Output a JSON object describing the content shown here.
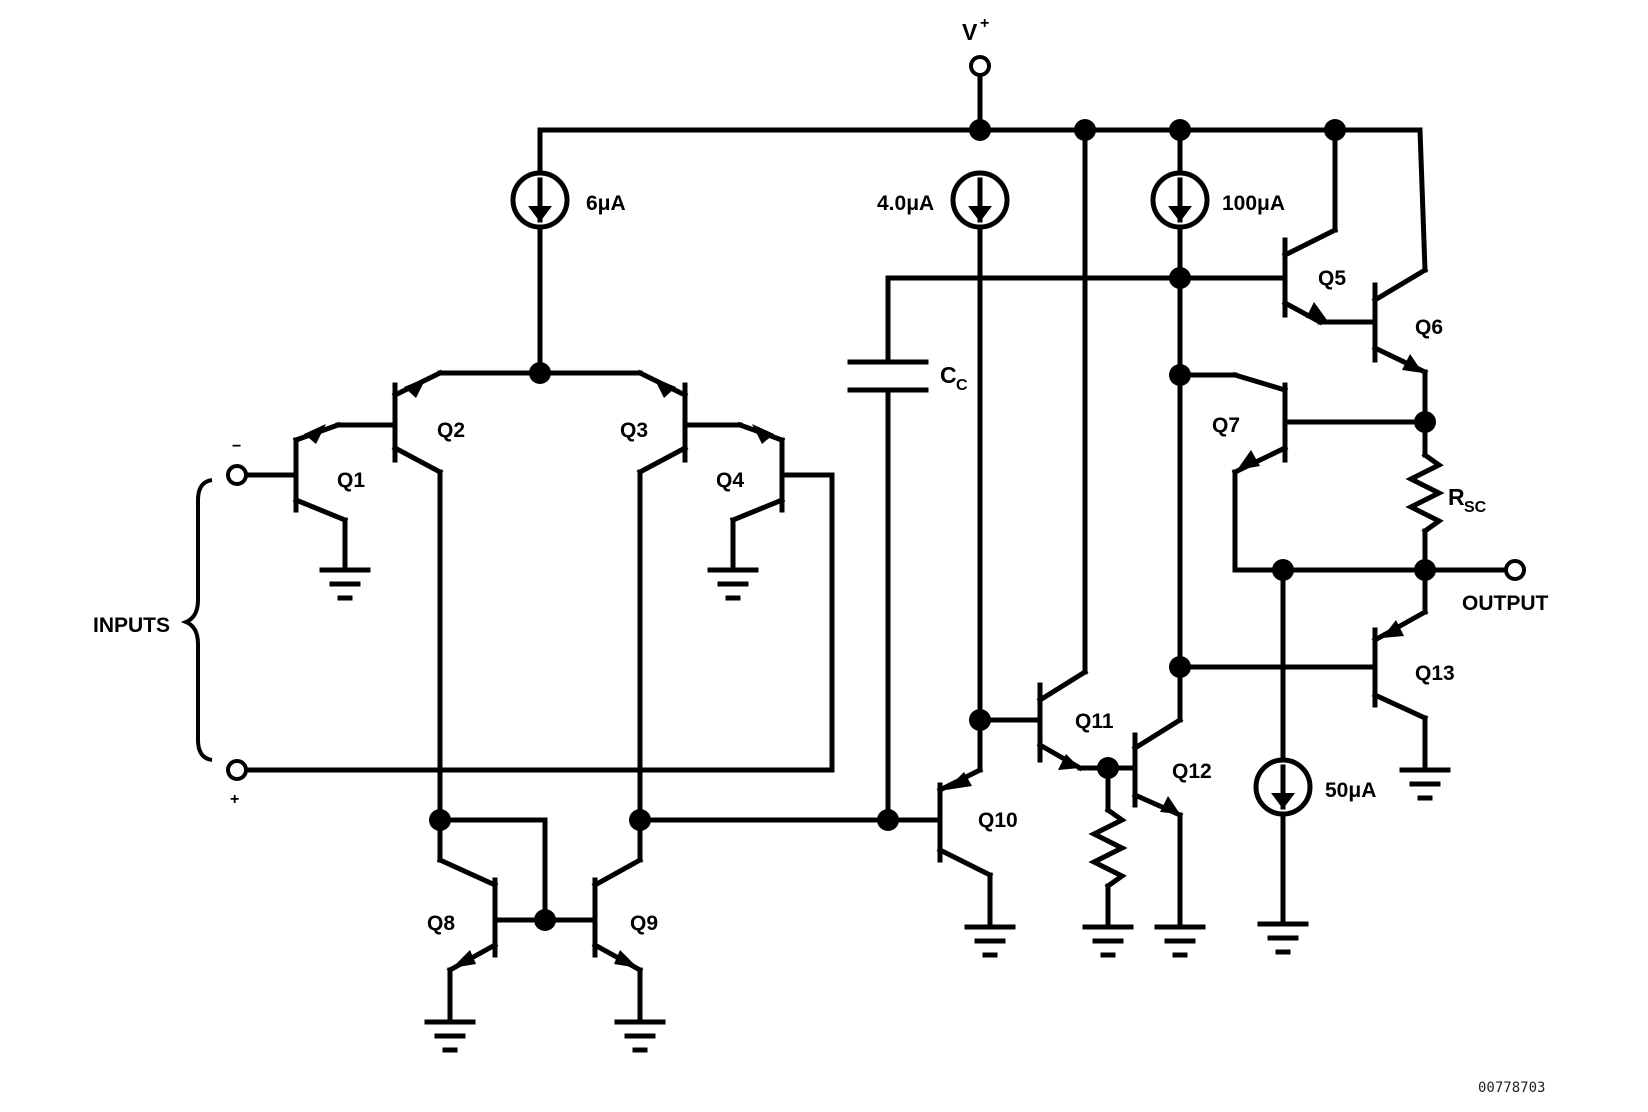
{
  "supply": {
    "label": "V",
    "superscript": "+"
  },
  "inputs": {
    "label": "INPUTS",
    "inverting": "−",
    "noninverting": "+"
  },
  "output": {
    "label": "OUTPUT"
  },
  "current_sources": {
    "cs1": "6μA",
    "cs2": "4.0μA",
    "cs3": "100μA",
    "cs4": "50μA"
  },
  "capacitor": {
    "main": "C",
    "sub": "C"
  },
  "resistor": {
    "main": "R",
    "sub": "SC"
  },
  "transistors": {
    "q1": "Q1",
    "q2": "Q2",
    "q3": "Q3",
    "q4": "Q4",
    "q5": "Q5",
    "q6": "Q6",
    "q7": "Q7",
    "q8": "Q8",
    "q9": "Q9",
    "q10": "Q10",
    "q11": "Q11",
    "q12": "Q12",
    "q13": "Q13"
  },
  "figure_code": "00778703"
}
